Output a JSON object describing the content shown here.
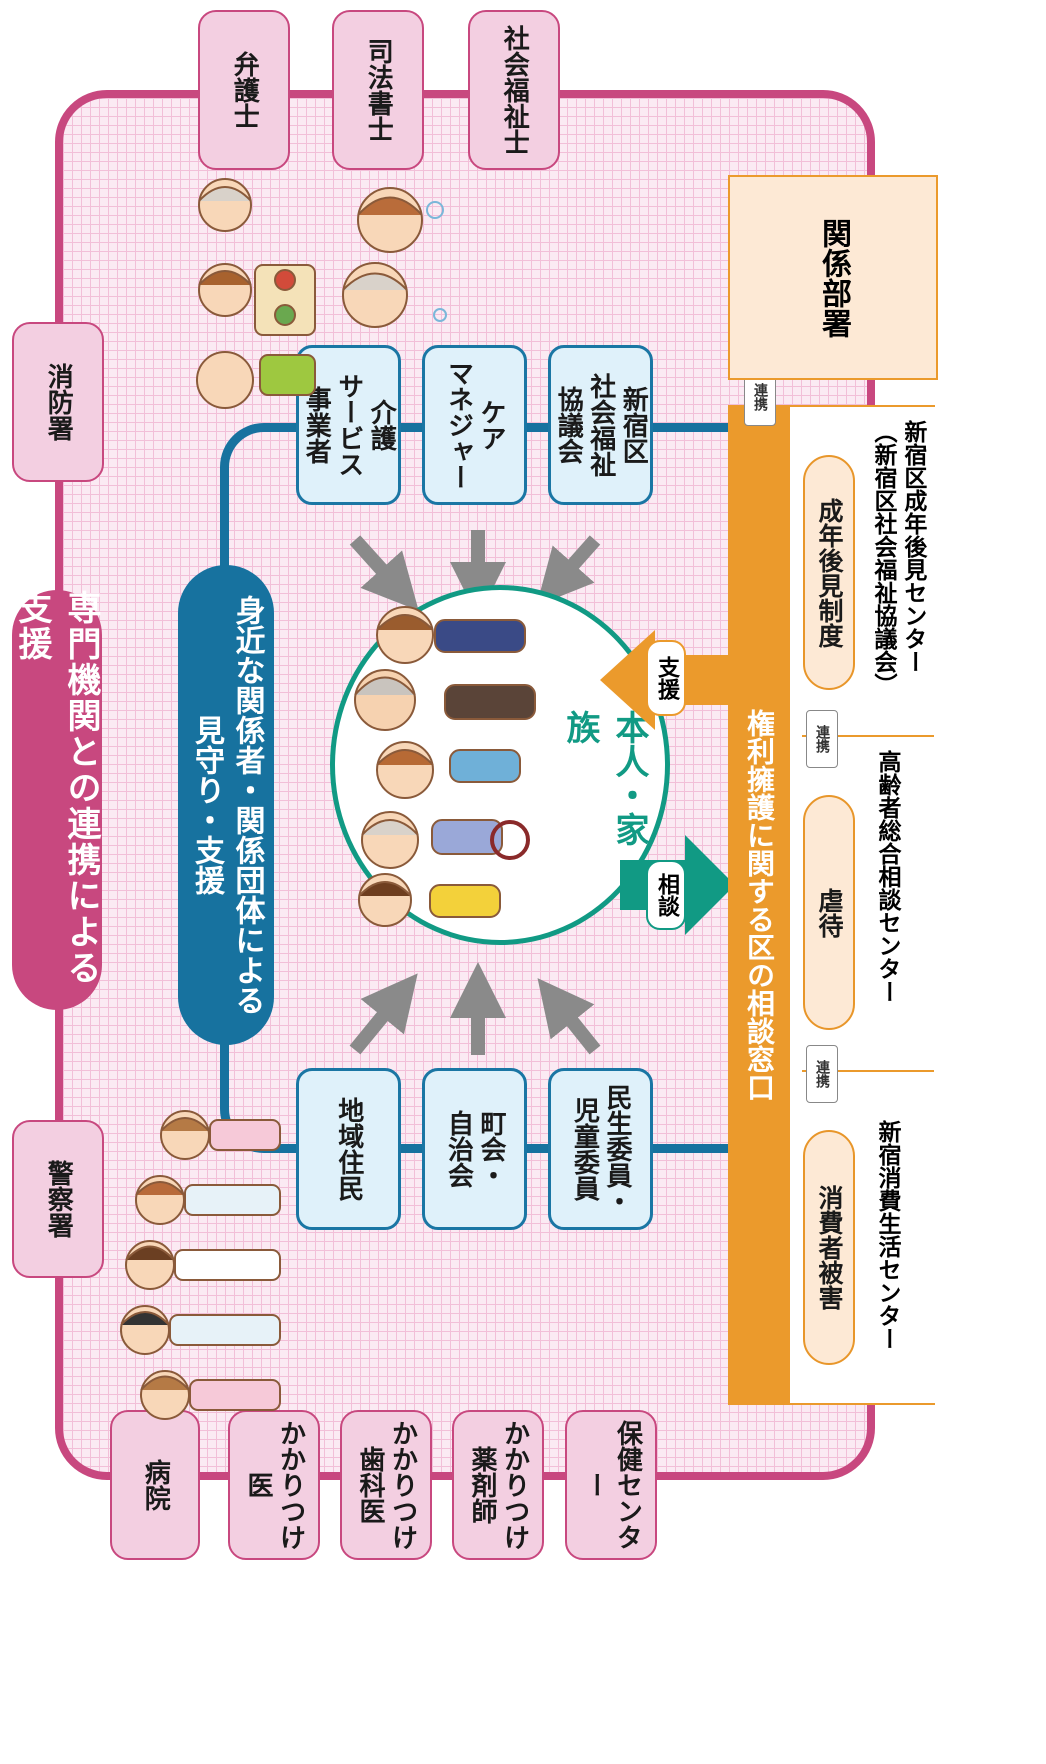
{
  "colors": {
    "pink_border": "#c8487f",
    "pink_fill": "#f3cfe1",
    "grid_bg": "#fbeaf3",
    "blue": "#17729f",
    "blue_fill": "#dff1fa",
    "orange": "#eb9a2c",
    "teal": "#119a84",
    "gray_arrow": "#8a8a8a"
  },
  "outer": {
    "title": "専門機関との連携による支援"
  },
  "specialists_top": [
    "弁護士",
    "司法書士",
    "社会福祉士"
  ],
  "specialists_left": [
    "消防署",
    "警察署"
  ],
  "specialists_bottom": [
    {
      "label": "病院"
    },
    {
      "label": "かかりつけ医"
    },
    {
      "label": "かかりつけ\n歯科医"
    },
    {
      "label": "かかりつけ\n薬剤師"
    },
    {
      "label": "保健センター"
    }
  ],
  "community": {
    "title": "身近な関係者・関係団体による\n見守り・支援",
    "boxes_top": [
      "介護\nサービス\n事業者",
      "ケア\nマネジャー",
      "新宿区\n社会福祉\n協議会"
    ],
    "boxes_bottom": [
      "地域住民",
      "町会・\n自治会",
      "民生委員・\n児童委員"
    ]
  },
  "center": {
    "label": "本人・家族",
    "icon": "family-illustration"
  },
  "flows": {
    "consult": "相談",
    "support": "支援"
  },
  "window": {
    "title": "権利擁護に関する区の相談窓口",
    "link_label": "連携"
  },
  "services": [
    {
      "pill": "成年後見制度",
      "center": "新宿区成年後見センター\n（新宿区社会福祉協議会）"
    },
    {
      "pill": "虐待",
      "center": "高齢者総合相談センター"
    },
    {
      "pill": "消費者被害",
      "center": "新宿消費生活センター"
    }
  ],
  "related_dept": {
    "label": "関係部署"
  },
  "illustrations": [
    "elderly-dining-illustration",
    "elderly-care-illustration",
    "professionals-illustration"
  ]
}
